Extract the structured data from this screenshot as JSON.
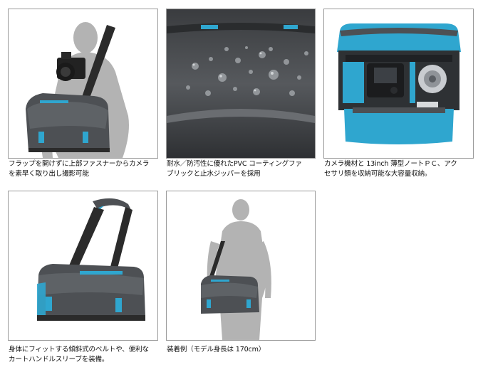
{
  "panels": [
    {
      "caption_lines": [
        "フラップを開けずに上部ファスナーからカメラ",
        "を素早く取り出し撮影可能"
      ],
      "image_icon": "person-with-camera-and-bag-photo"
    },
    {
      "caption_lines": [
        "耐水／防汚性に優れたPVC コーティングファ",
        "ブリックと止水ジッパーを採用"
      ],
      "image_icon": "water-droplets-on-fabric-photo"
    },
    {
      "caption_lines": [
        "カメラ機材と 13inch 薄型ノートＰＣ、アク",
        "セサリ類を収納可能な大容量収納。"
      ],
      "image_icon": "open-bag-interior-photo"
    },
    {
      "caption_lines": [
        "身体にフィットする傾斜式のベルトや、便利な",
        "カートハンドルスリーブを装備。"
      ],
      "image_icon": "bag-with-shoulder-strap-photo"
    },
    {
      "caption_lines": [
        "装着例（モデル身長は 170cm）"
      ],
      "image_icon": "model-wearing-bag-photo"
    }
  ],
  "colors": {
    "accent_blue": "#2fa6cf",
    "bag_gray": "#4d5054",
    "silhouette_gray": "#b3b3b3",
    "frame_border": "#9a9a9a"
  }
}
